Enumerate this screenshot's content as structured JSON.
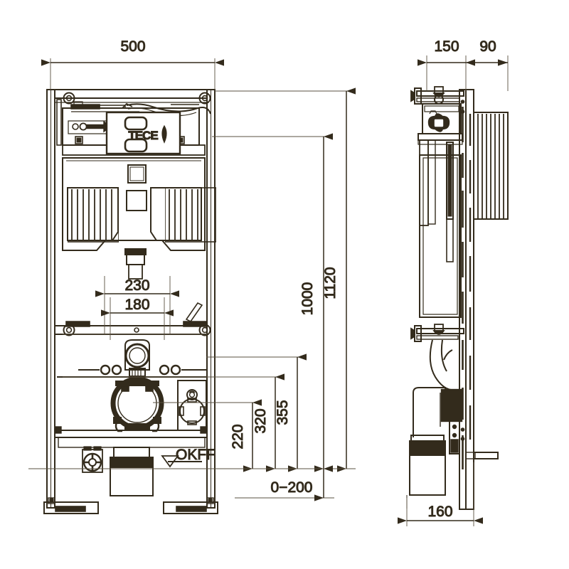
{
  "drawing": {
    "title": "TECE installation frame technical drawing",
    "brand_logo_text": "TECE",
    "line_color": "#332b1c",
    "thin_line_color": "#5a5040",
    "background_color": "#ffffff",
    "views": {
      "front": "front elevation",
      "side": "side section"
    }
  },
  "dimensions": {
    "front_width_500": "500",
    "vertical_1120": "1120",
    "vertical_1000": "1000",
    "horizontal_230": "230",
    "horizontal_180": "180",
    "vertical_355": "355",
    "vertical_320": "320",
    "vertical_220": "220",
    "floor_offset_0_200": "0−200",
    "side_depth_150": "150",
    "side_depth_90": "90",
    "side_base_160": "160"
  },
  "annotations": {
    "finished_floor_level": "OKFF"
  }
}
